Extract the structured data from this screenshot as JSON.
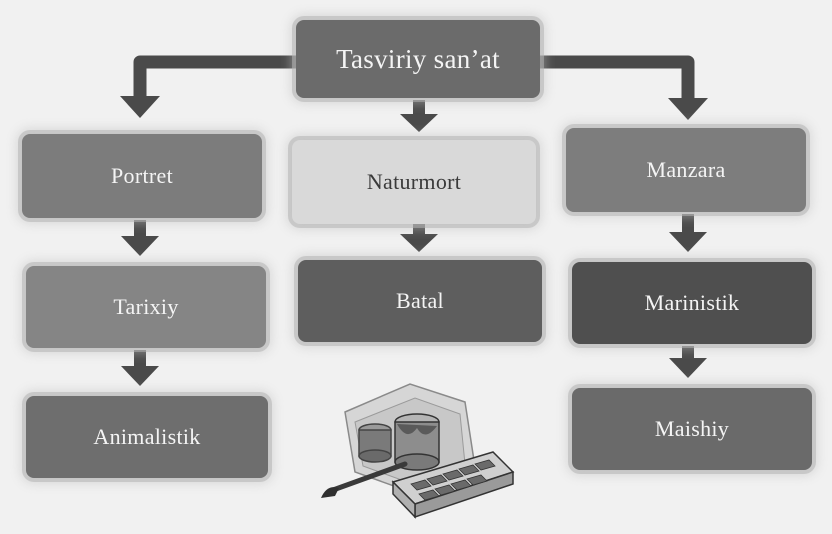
{
  "diagram": {
    "root": {
      "label": "Tasviriy san’at"
    },
    "nodes": [
      {
        "id": "portret",
        "label": "Portret",
        "color": "#7c7c7c"
      },
      {
        "id": "naturmort",
        "label": "Naturmort",
        "color": "#d9d9d9"
      },
      {
        "id": "manzara",
        "label": "Manzara",
        "color": "#7d7d7d"
      },
      {
        "id": "tarixiy",
        "label": "Tarixiy",
        "color": "#858585"
      },
      {
        "id": "batal",
        "label": "Batal",
        "color": "#5e5e5e"
      },
      {
        "id": "marinistik",
        "label": "Marinistik",
        "color": "#4f4f4f"
      },
      {
        "id": "animalistik",
        "label": "Animalistik",
        "color": "#6e6e6e"
      },
      {
        "id": "maishiy",
        "label": "Maishiy",
        "color": "#6a6a6a"
      }
    ],
    "edges": [
      [
        "root",
        "portret"
      ],
      [
        "root",
        "naturmort"
      ],
      [
        "root",
        "manzara"
      ],
      [
        "portret",
        "tarixiy"
      ],
      [
        "tarixiy",
        "animalistik"
      ],
      [
        "naturmort",
        "batal"
      ],
      [
        "manzara",
        "marinistik"
      ],
      [
        "marinistik",
        "maishiy"
      ]
    ],
    "colors": {
      "root": "#6b6b6b",
      "arrow": "#4a4a4a",
      "naturmort_text": "#3a3a3a"
    },
    "illustration_icon": "paint-palette-icon"
  }
}
